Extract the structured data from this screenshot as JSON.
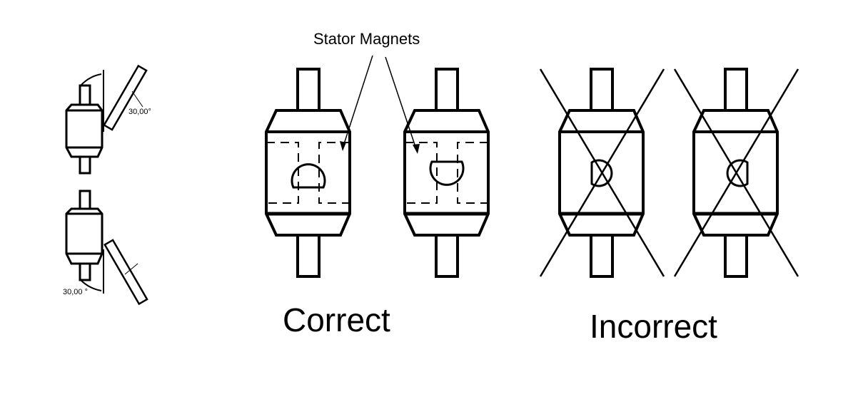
{
  "labels": {
    "stator_magnets": "Stator Magnets",
    "correct": "Correct",
    "incorrect": "Incorrect",
    "angle_top": "30,00°",
    "angle_bottom": "30,00 °"
  },
  "colors": {
    "line": "#000000",
    "background": "#ffffff"
  }
}
